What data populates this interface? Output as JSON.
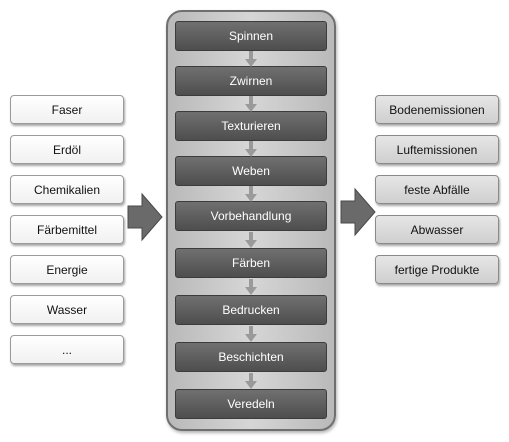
{
  "inputs": [
    "Faser",
    "Erdöl",
    "Chemikalien",
    "Färbemittel",
    "Energie",
    "Wasser",
    "..."
  ],
  "process_steps": [
    "Spinnen",
    "Zwirnen",
    "Texturieren",
    "Weben",
    "Vorbehandlung",
    "Färben",
    "Bedrucken",
    "Beschichten",
    "Veredeln"
  ],
  "outputs": [
    "Bodenemissionen",
    "Luftemissionen",
    "feste Abfälle",
    "Abwasser",
    "fertige Produkte"
  ],
  "colors": {
    "step_fill": "#5e5e5e",
    "column_fill": "#c8c8c8",
    "input_fill": "#f7f7f7",
    "output_fill": "#dadada",
    "arrow": "#6a6a6a"
  }
}
